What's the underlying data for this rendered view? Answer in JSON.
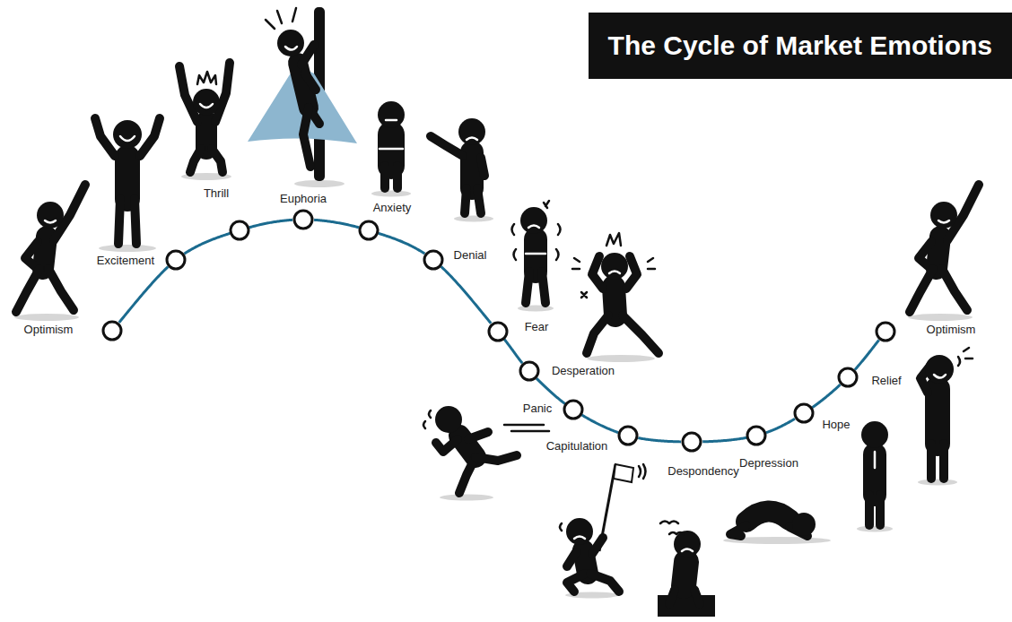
{
  "diagram": {
    "title": "The Cycle of Market Emotions",
    "nodes": [
      {
        "text": [
          "Optimism"
        ]
      },
      {
        "text": [
          "Excitement"
        ]
      },
      {
        "text": [
          "Thrill"
        ]
      },
      {
        "text": [
          "Euphoria"
        ]
      },
      {
        "text": [
          "Anxiety"
        ]
      },
      {
        "text": [
          "Denial"
        ]
      },
      {
        "text": [
          "Fear"
        ]
      },
      {
        "text": [
          "Desperation"
        ]
      },
      {
        "text": [
          "Panic"
        ]
      },
      {
        "text": [
          "Capitulation"
        ]
      },
      {
        "text": [
          "Despondency"
        ]
      },
      {
        "text": [
          "Depression"
        ]
      },
      {
        "text": [
          "Hope"
        ]
      },
      {
        "text": [
          "Relief"
        ]
      },
      {
        "text": [
          "Optimism"
        ]
      }
    ],
    "edges": [
      {
        "from": 0,
        "to": 1,
        "arrow": "none"
      },
      {
        "from": 1,
        "to": 2,
        "arrow": "none"
      },
      {
        "from": 2,
        "to": 3,
        "arrow": "none"
      },
      {
        "from": 3,
        "to": 4,
        "arrow": "none"
      },
      {
        "from": 4,
        "to": 5,
        "arrow": "none"
      },
      {
        "from": 5,
        "to": 6,
        "arrow": "none"
      },
      {
        "from": 6,
        "to": 7,
        "arrow": "none"
      },
      {
        "from": 7,
        "to": 8,
        "arrow": "none"
      },
      {
        "from": 8,
        "to": 9,
        "arrow": "none"
      },
      {
        "from": 9,
        "to": 10,
        "arrow": "none"
      },
      {
        "from": 10,
        "to": 11,
        "arrow": "none"
      },
      {
        "from": 11,
        "to": 12,
        "arrow": "none"
      },
      {
        "from": 12,
        "to": 13,
        "arrow": "none"
      },
      {
        "from": 13,
        "to": 14,
        "arrow": "none"
      }
    ]
  }
}
